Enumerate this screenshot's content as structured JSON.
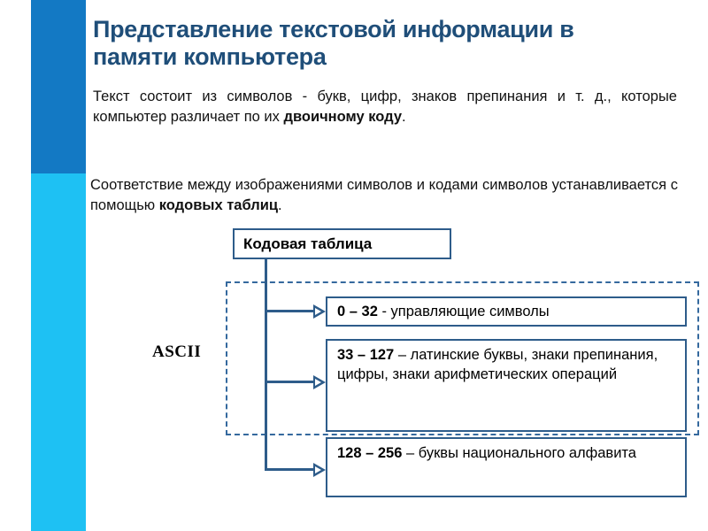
{
  "slide": {
    "title": "Представление текстовой информации в памяти компьютера",
    "paragraphs": [
      {
        "lead": "Текст состоит из символов - букв, цифр, знаков препинания и  т.  д.,  которые компьютер различает по их ",
        "bold": "двоичному коду",
        "tail": "."
      },
      {
        "lead": "Соответствие между изображениями символов и кодами символов устанавливается с помощью ",
        "bold": "кодовых таблиц",
        "tail": "."
      }
    ]
  },
  "diagram": {
    "root_box_label": "Кодовая таблица",
    "group_label": "ASCII",
    "ranges": [
      {
        "range": "0 – 32",
        "description": " - управляющие символы"
      },
      {
        "range": "33 – 127",
        "description": " – латинские буквы, знаки препинания, цифры, знаки арифметических операций"
      },
      {
        "range": "128 – 256",
        "description": " – буквы национального алфавита"
      }
    ]
  },
  "colors": {
    "title_blue": "#1F4E79",
    "bar_top": "#1379C4",
    "bar_bottom": "#1EC1F3",
    "box_border": "#2E5C8A",
    "dashed_border": "#35699E"
  }
}
